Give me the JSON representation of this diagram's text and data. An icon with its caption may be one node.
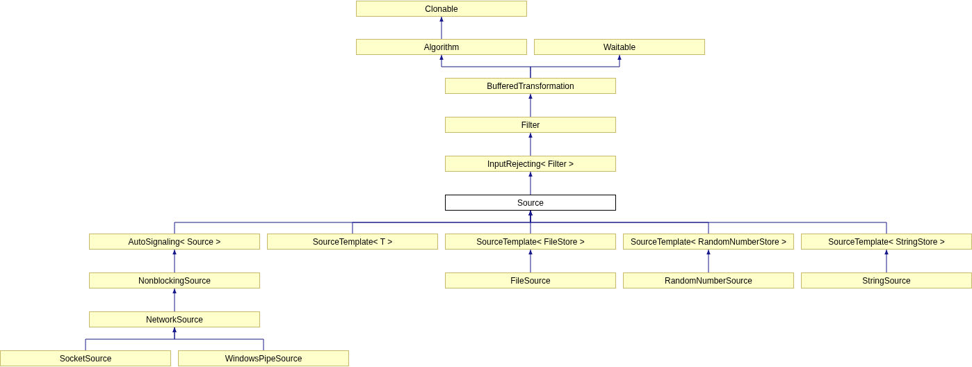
{
  "diagram": {
    "nodes": [
      {
        "text": [
          "Clonable"
        ]
      },
      {
        "text": [
          "Algorithm"
        ]
      },
      {
        "text": [
          "Waitable"
        ]
      },
      {
        "text": [
          "BufferedTransformation"
        ]
      },
      {
        "text": [
          "Filter"
        ]
      },
      {
        "text": [
          "InputRejecting< Filter >"
        ]
      },
      {
        "text": [
          "Source"
        ]
      },
      {
        "text": [
          "AutoSignaling< Source >"
        ]
      },
      {
        "text": [
          "SourceTemplate< T >"
        ]
      },
      {
        "text": [
          "SourceTemplate< FileStore >"
        ]
      },
      {
        "text": [
          "SourceTemplate< RandomNumberStore >"
        ]
      },
      {
        "text": [
          "SourceTemplate< StringStore >"
        ]
      },
      {
        "text": [
          "NonblockingSource"
        ]
      },
      {
        "text": [
          "FileSource"
        ]
      },
      {
        "text": [
          "RandomNumberSource"
        ]
      },
      {
        "text": [
          "StringSource"
        ]
      },
      {
        "text": [
          "NetworkSource"
        ]
      },
      {
        "text": [
          "SocketSource"
        ]
      },
      {
        "text": [
          "WindowsPipeSource"
        ]
      }
    ],
    "edges": [
      {
        "from": 1,
        "to": 0,
        "arrow": "to"
      },
      {
        "from": 3,
        "to": 1,
        "arrow": "to"
      },
      {
        "from": 3,
        "to": 2,
        "arrow": "to"
      },
      {
        "from": 4,
        "to": 3,
        "arrow": "to"
      },
      {
        "from": 5,
        "to": 4,
        "arrow": "to"
      },
      {
        "from": 6,
        "to": 5,
        "arrow": "to"
      },
      {
        "from": 7,
        "to": 6,
        "arrow": "to"
      },
      {
        "from": 8,
        "to": 6,
        "arrow": "to"
      },
      {
        "from": 9,
        "to": 6,
        "arrow": "to"
      },
      {
        "from": 10,
        "to": 6,
        "arrow": "to"
      },
      {
        "from": 11,
        "to": 6,
        "arrow": "to"
      },
      {
        "from": 12,
        "to": 7,
        "arrow": "to"
      },
      {
        "from": 13,
        "to": 9,
        "arrow": "to"
      },
      {
        "from": 14,
        "to": 10,
        "arrow": "to"
      },
      {
        "from": 15,
        "to": 11,
        "arrow": "to"
      },
      {
        "from": 16,
        "to": 12,
        "arrow": "to"
      },
      {
        "from": 17,
        "to": 16,
        "arrow": "to"
      },
      {
        "from": 18,
        "to": 16,
        "arrow": "to"
      }
    ]
  }
}
